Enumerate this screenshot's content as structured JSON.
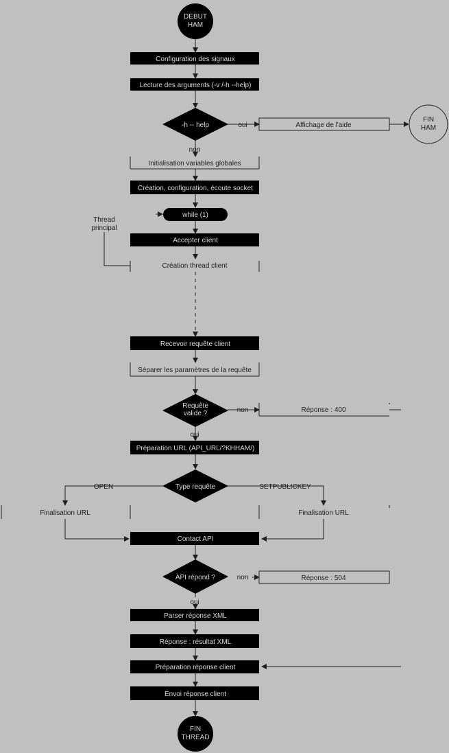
{
  "nodes": {
    "start": {
      "l1": "DEBUT",
      "l2": "HAM"
    },
    "config_signals": "Configuration des signaux",
    "read_args": "Lecture des arguments (-v /-h --help)",
    "help_decision": "-h -- help",
    "show_help": "Affichage de l'aide",
    "end_ham": {
      "l1": "FIN",
      "l2": "HAM"
    },
    "init_globals": "Initialisation variables globales",
    "create_socket": "Création, configuration, écoute socket",
    "while_loop": "while (1)",
    "main_thread": {
      "l1": "Thread",
      "l2": "principal"
    },
    "accept_client": "Accepter client",
    "create_thread": "Création thread client",
    "receive_request": "Recevoir requête client",
    "split_params": "Séparer les paramètres de la requête",
    "valid_decision": {
      "l1": "Requête",
      "l2": "valide ?"
    },
    "resp_400": "Réponse : 400",
    "prepare_url": "Préparation URL (API_URL/?KHHAM/)",
    "type_decision": "Type requête",
    "finalize_url_open": "Finalisation URL",
    "finalize_url_setkey": "Finalisation URL",
    "contact_api": "Contact API",
    "api_decision": "API répond ?",
    "resp_504": "Réponse : 504",
    "parse_xml": "Parser réponse XML",
    "resp_result": "Réponse : résultat XML",
    "prepare_response": "Préparation réponse client",
    "send_response": "Envoi réponse client",
    "end_thread": {
      "l1": "FIN",
      "l2": "THREAD"
    }
  },
  "edges": {
    "oui_help": "oui",
    "non_help": "non",
    "non_valid": "non",
    "oui_valid": "oui",
    "open": "OPEN",
    "setpublickey": "SETPUBLICKEY",
    "non_api": "non",
    "oui_api": "oui"
  },
  "colors": {
    "background": "#c0c0c0",
    "dark_node": "#000000",
    "light_text": "#d8d8d8",
    "line": "#202020"
  }
}
